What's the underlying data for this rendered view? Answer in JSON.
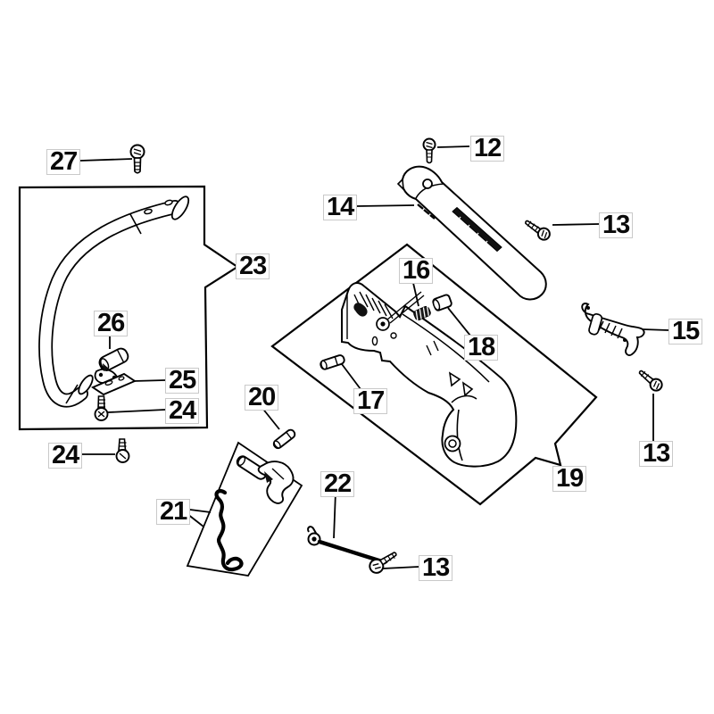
{
  "diagram": {
    "type": "exploded-parts-diagram",
    "background_color": "#ffffff",
    "line_color": "#000000",
    "callout_box_color": "#ffffff",
    "callout_border_color": "#c9c9c9",
    "callouts": [
      {
        "label": "27"
      },
      {
        "label": "12"
      },
      {
        "label": "14"
      },
      {
        "label": "13"
      },
      {
        "label": "23"
      },
      {
        "label": "16"
      },
      {
        "label": "15"
      },
      {
        "label": "18"
      },
      {
        "label": "26"
      },
      {
        "label": "25"
      },
      {
        "label": "24"
      },
      {
        "label": "17"
      },
      {
        "label": "20"
      },
      {
        "label": "24"
      },
      {
        "label": "13"
      },
      {
        "label": "19"
      },
      {
        "label": "21"
      },
      {
        "label": "22"
      },
      {
        "label": "13"
      }
    ]
  }
}
